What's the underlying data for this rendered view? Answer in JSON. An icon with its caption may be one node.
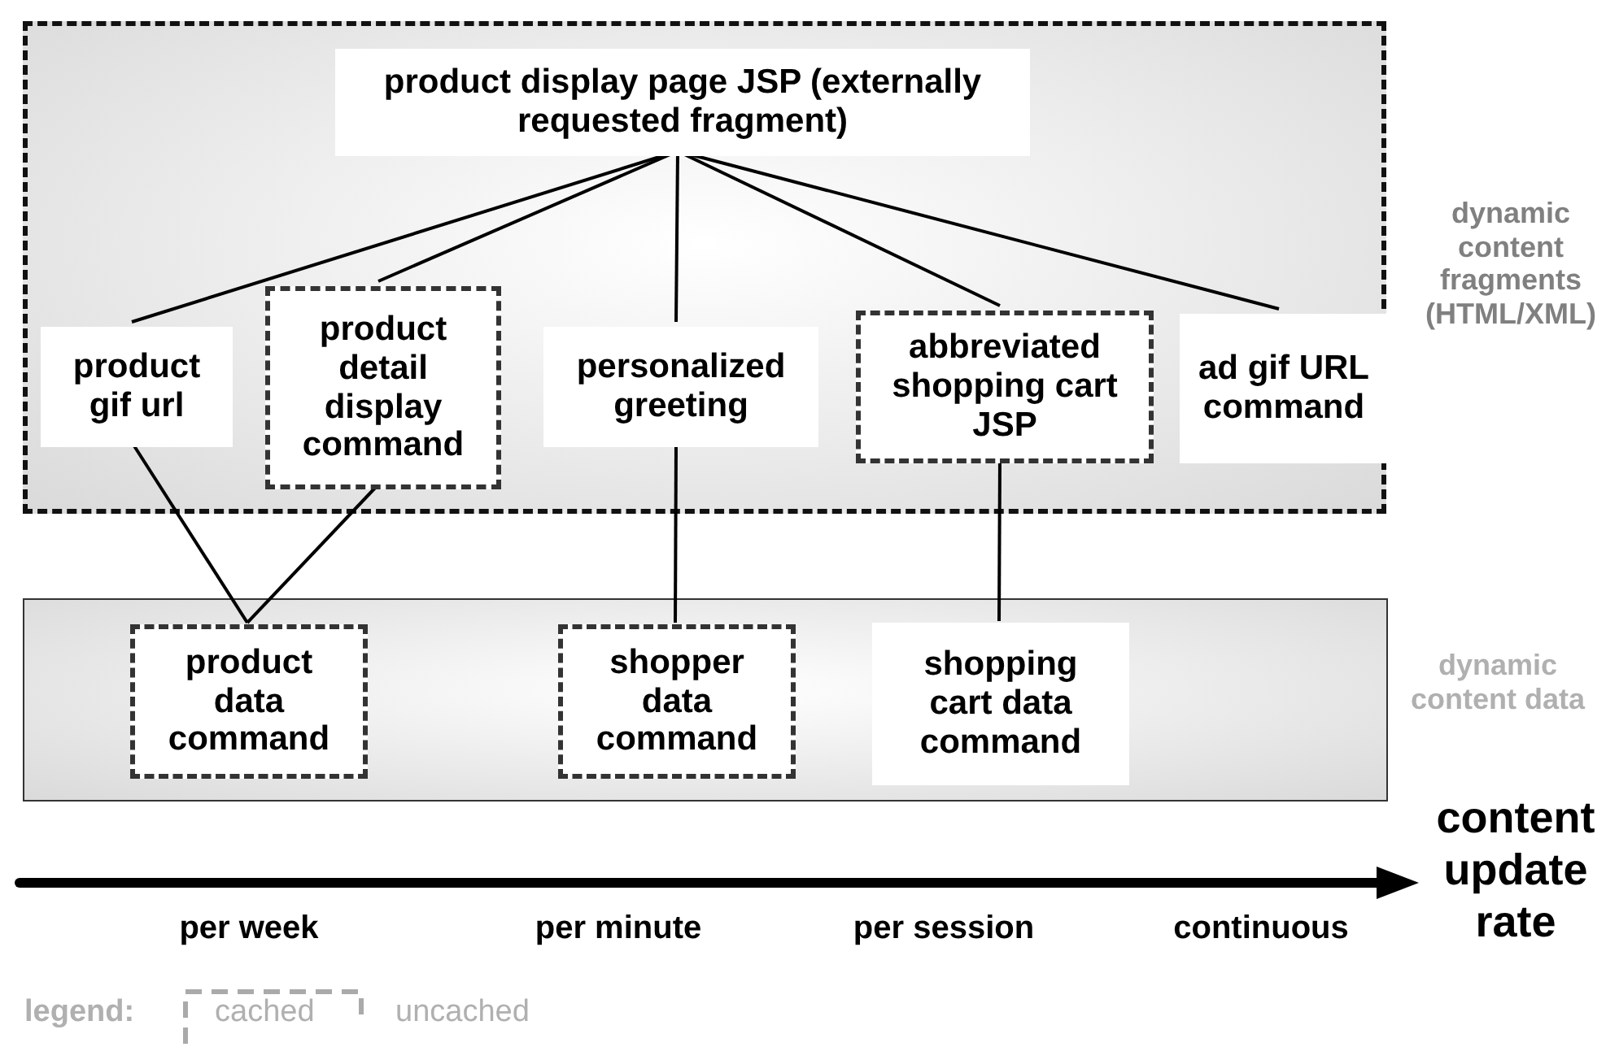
{
  "diagram": {
    "nodes": [
      {
        "text": [
          "dynamic content fragments (HTML/XML)"
        ]
      },
      {
        "text": [
          "product display page JSP (externally requested fragment)"
        ],
        "in": 0
      },
      {
        "text": [
          "product gif url"
        ],
        "in": 0
      },
      {
        "text": [
          "product detail display command"
        ],
        "in": 0
      },
      {
        "text": [
          "personalized greeting"
        ],
        "in": 0
      },
      {
        "text": [
          "abbreviated shopping cart JSP"
        ],
        "in": 0
      },
      {
        "text": [
          "ad gif URL command"
        ],
        "in": 0
      },
      {
        "text": [
          "dynamic content data"
        ]
      },
      {
        "text": [
          "product data command"
        ],
        "in": 7
      },
      {
        "text": [
          "shopper data command"
        ],
        "in": 7
      },
      {
        "text": [
          "shopping cart data command"
        ],
        "in": 7
      }
    ],
    "edges": [
      {
        "from": 1,
        "to": 2,
        "arrow": "none"
      },
      {
        "from": 1,
        "to": 3,
        "arrow": "none"
      },
      {
        "from": 1,
        "to": 4,
        "arrow": "none"
      },
      {
        "from": 1,
        "to": 5,
        "arrow": "none"
      },
      {
        "from": 1,
        "to": 6,
        "arrow": "none"
      },
      {
        "from": 2,
        "to": 8,
        "arrow": "none"
      },
      {
        "from": 3,
        "to": 8,
        "arrow": "none"
      },
      {
        "from": 4,
        "to": 9,
        "arrow": "none"
      },
      {
        "from": 5,
        "to": 10,
        "arrow": "none"
      }
    ],
    "labels": [
      "content update rate",
      "per week",
      "per minute",
      "per session",
      "continuous",
      "legend:"
    ],
    "legend": [
      {
        "text": "cached"
      },
      {
        "text": "uncached"
      }
    ]
  }
}
